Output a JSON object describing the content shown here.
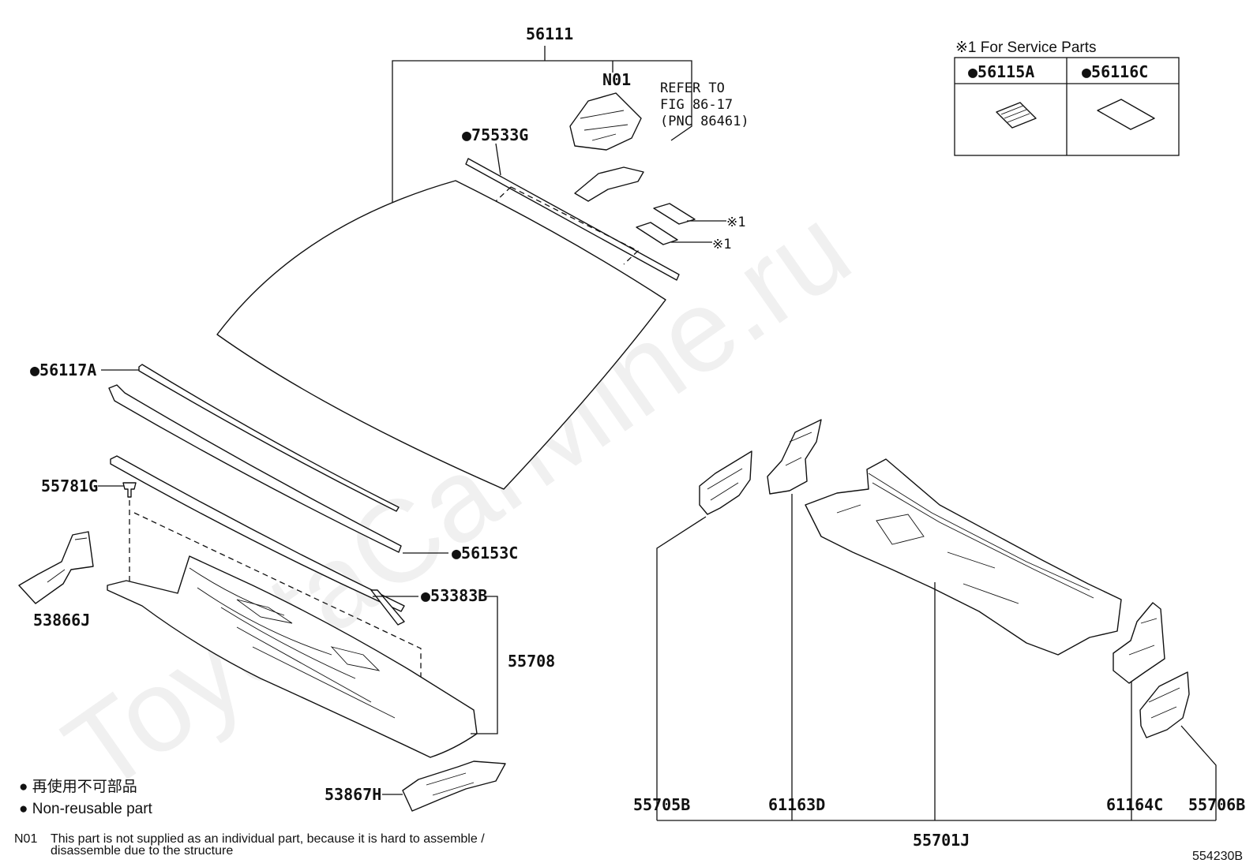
{
  "watermark": "ToyotaCarMine.ru",
  "figure_number": "554230B",
  "service_parts_box": {
    "title": "※1 For Service Parts",
    "columns": [
      "●56115A",
      "●56116C"
    ]
  },
  "labels": {
    "p56111": "56111",
    "n01": "N01",
    "refer_line1": "REFER TO",
    "refer_line2": "FIG 86-17",
    "refer_line3": "(PNC 86461)",
    "p75533g": "●75533G",
    "mark1a": "※1",
    "mark1b": "※1",
    "p56117a": "●56117A",
    "p55781g": "55781G",
    "p56153c": "●56153C",
    "p53383b": "●53383B",
    "p55708": "55708",
    "p53866j": "53866J",
    "p53867h": "53867H",
    "p55705b": "55705B",
    "p61163d": "61163D",
    "p55701j": "55701J",
    "p61164c": "61164C",
    "p55706b": "55706B"
  },
  "legend": {
    "jp": "● 再使用不可部品",
    "en": "● Non-reusable part"
  },
  "note": {
    "code": "N01",
    "line1": "This part is not supplied as an individual part, because it is hard to assemble /",
    "line2": "disassemble due to the structure"
  }
}
